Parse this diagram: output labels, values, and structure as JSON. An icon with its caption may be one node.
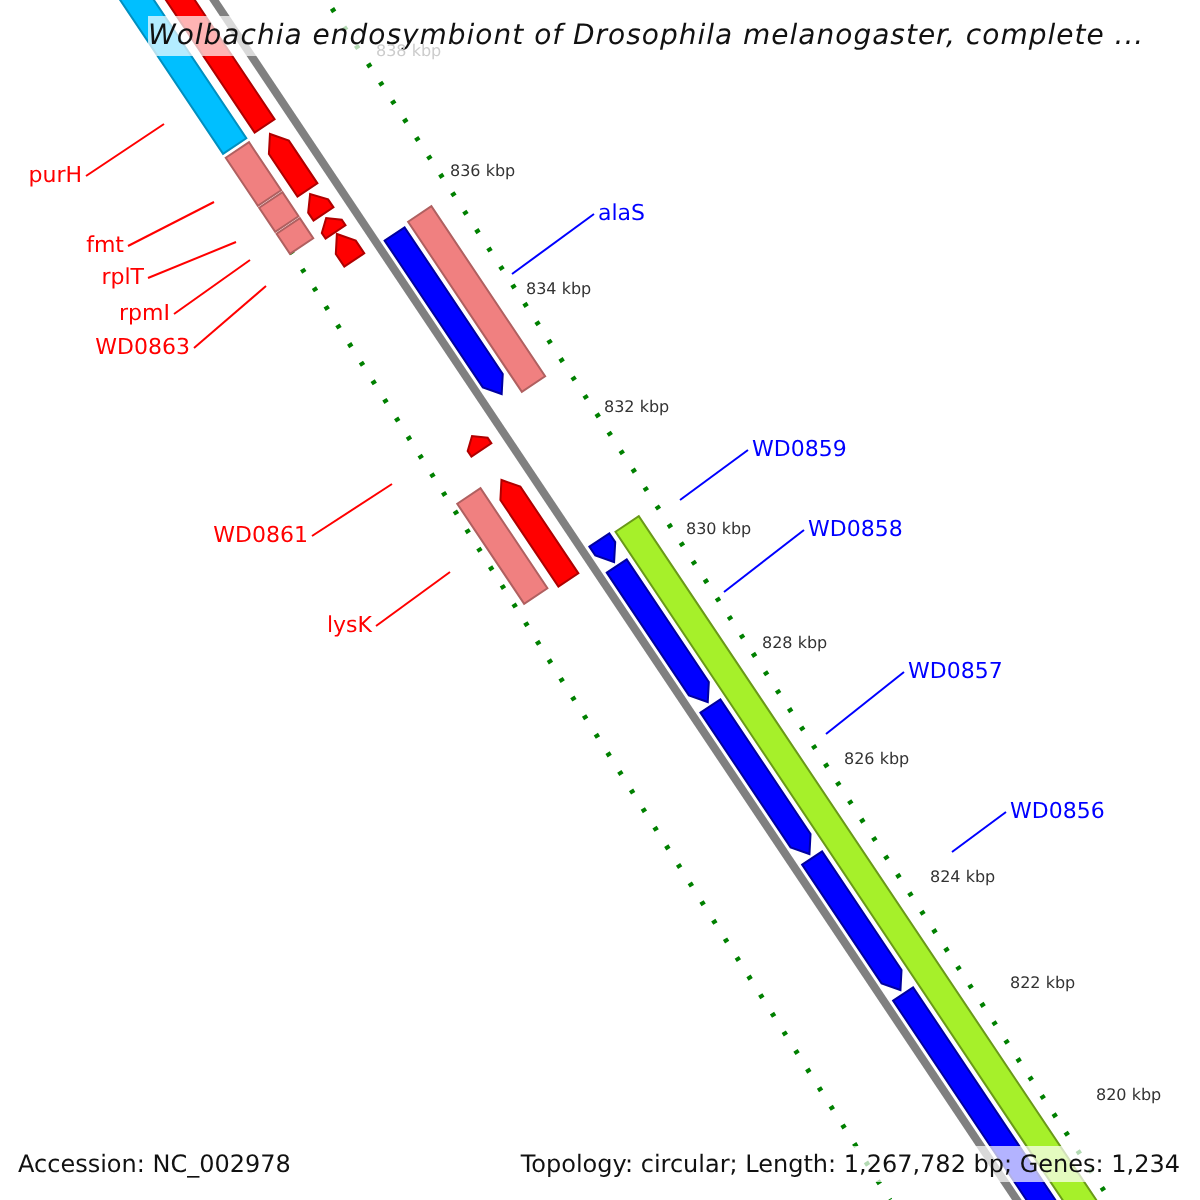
{
  "diagram": {
    "title": "Wolbachia endosymbiont of Drosophila melanogaster, complete ...",
    "nodes": [
      {
        "text": [
          "purH"
        ]
      },
      {
        "text": [
          "alaS"
        ]
      },
      {
        "text": [
          "fmt"
        ]
      },
      {
        "text": [
          "rplT"
        ]
      },
      {
        "text": [
          "rpmI"
        ]
      },
      {
        "text": [
          "WD0863"
        ]
      },
      {
        "text": [
          "WD0859"
        ]
      },
      {
        "text": [
          "WD0858"
        ]
      },
      {
        "text": [
          "WD0861"
        ]
      },
      {
        "text": [
          "lysK"
        ]
      },
      {
        "text": [
          "WD0857"
        ]
      },
      {
        "text": [
          "WD0856"
        ]
      }
    ],
    "edges": [
      {
        "from": 0,
        "to": null,
        "arrow": "none"
      },
      {
        "from": 1,
        "to": null,
        "arrow": "none",
        "color": "#0000ff"
      },
      {
        "from": 2,
        "to": null,
        "arrow": "none"
      },
      {
        "from": 3,
        "to": null,
        "arrow": "none"
      },
      {
        "from": 4,
        "to": null,
        "arrow": "none"
      },
      {
        "from": 5,
        "to": null,
        "arrow": "none"
      },
      {
        "from": 6,
        "to": null,
        "arrow": "none",
        "color": "#0000ff"
      },
      {
        "from": 7,
        "to": null,
        "arrow": "none",
        "color": "#0000ff"
      },
      {
        "from": 8,
        "to": null,
        "arrow": "none"
      },
      {
        "from": 9,
        "to": null,
        "arrow": "none"
      },
      {
        "from": 10,
        "to": null,
        "arrow": "none",
        "color": "#0000ff"
      },
      {
        "from": 11,
        "to": null,
        "arrow": "none",
        "color": "#0000ff"
      }
    ],
    "labels": [
      "838 kbp",
      "836 kbp",
      "834 kbp",
      "832 kbp",
      "830 kbp",
      "828 kbp",
      "826 kbp",
      "824 kbp",
      "822 kbp",
      "820 kbp",
      "Accession: NC_002978",
      "Topology: circular; Length: 1,267,782 bp; Genes: 1,234"
    ]
  }
}
